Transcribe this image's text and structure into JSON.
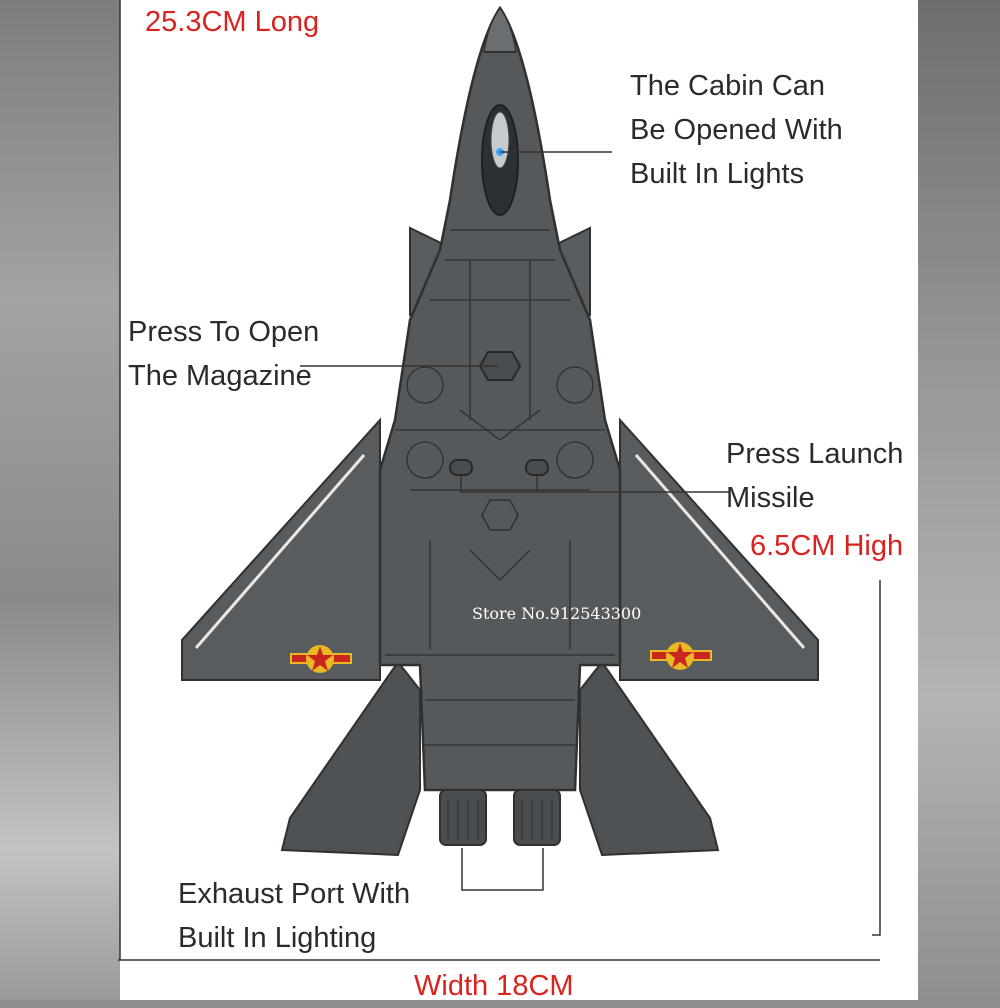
{
  "labels": {
    "length": "25.3CM Long",
    "cabin_line1": "The Cabin Can",
    "cabin_line2": "Be Opened With",
    "cabin_line3": "Built In Lights",
    "magazine_line1": "Press To Open",
    "magazine_line2": "The Magazine",
    "missile_line1": "Press Launch",
    "missile_line2": "Missile",
    "height": "6.5CM High",
    "exhaust_line1": "Exhaust Port With",
    "exhaust_line2": "Built In Lighting",
    "width": "Width 18CM"
  },
  "watermark": "Store No.912543300",
  "colors": {
    "body": "#55585a",
    "body_dark": "#3f4244",
    "panel_line": "#2e3032",
    "accent_red": "#d8231f",
    "roundel_red": "#c8261e",
    "roundel_yellow": "#e8b923",
    "text": "#2b2b2b"
  }
}
